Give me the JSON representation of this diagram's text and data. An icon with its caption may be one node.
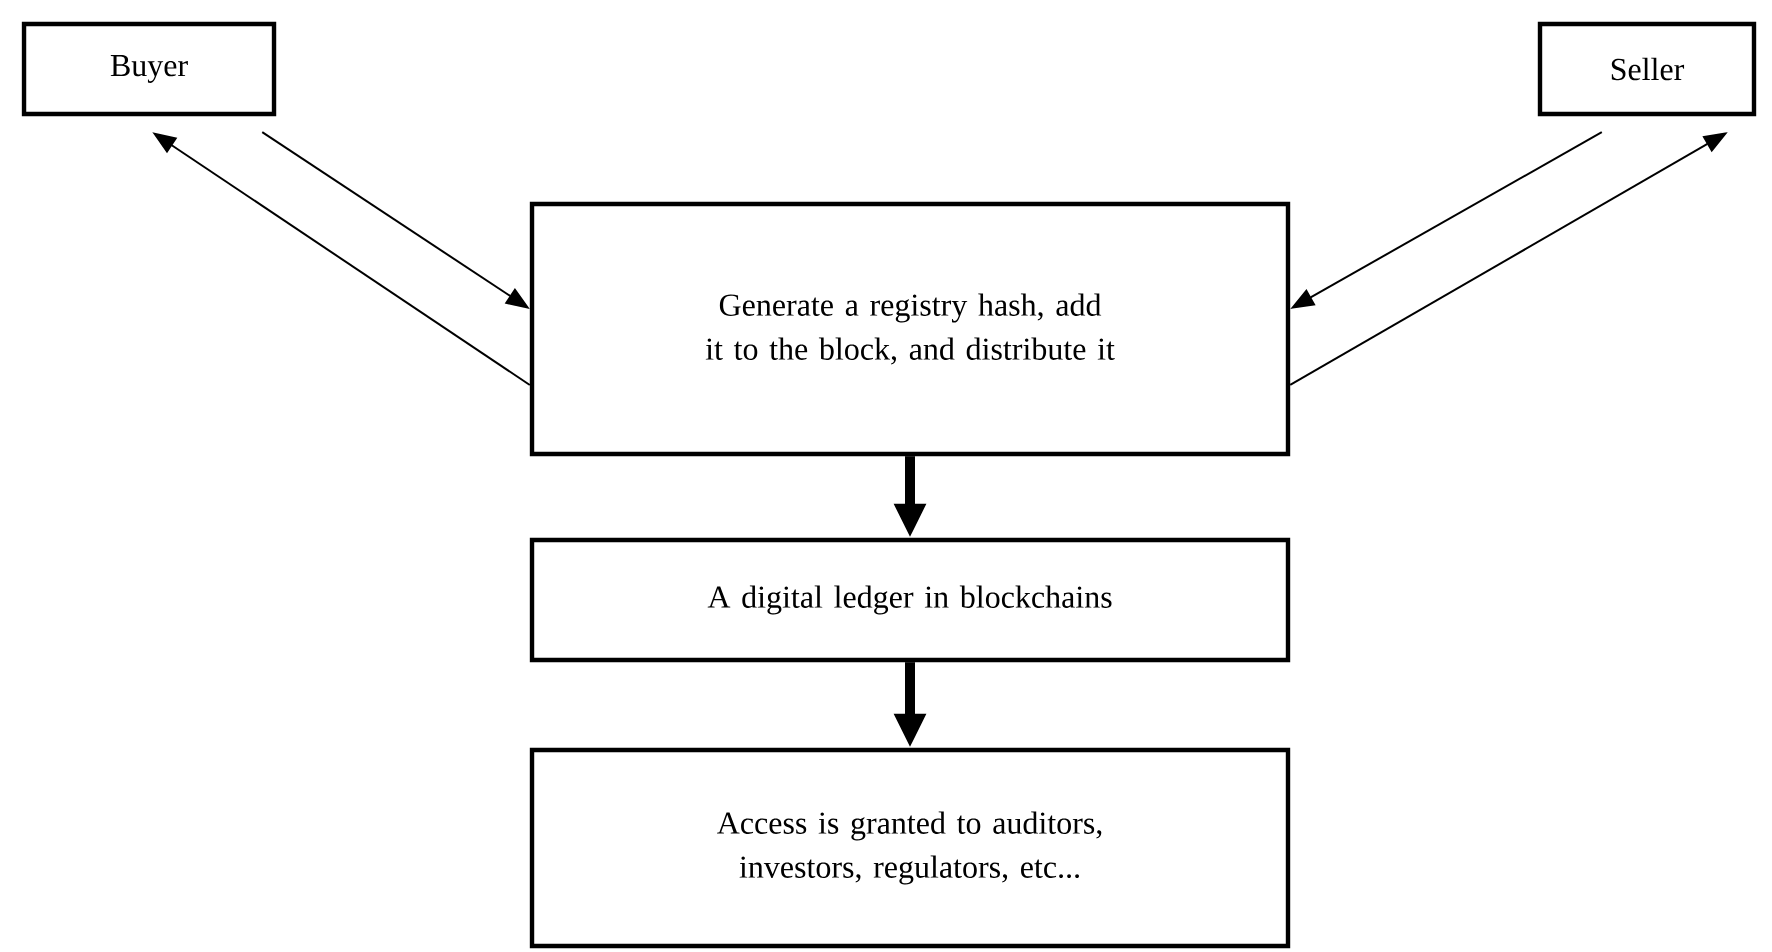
{
  "diagram": {
    "nodes": [
      {
        "text": [
          "Buyer"
        ]
      },
      {
        "text": [
          "Seller"
        ]
      },
      {
        "text": [
          "Generate a registry hash, add it to the block, and distribute it"
        ]
      },
      {
        "text": [
          "A digital ledger in blockchains"
        ]
      },
      {
        "text": [
          "Access is granted to auditors, investors, regulators, etc..."
        ]
      }
    ],
    "edges": [
      {
        "from": 0,
        "to": 2,
        "arrow": "to"
      },
      {
        "from": 2,
        "to": 0,
        "arrow": "to"
      },
      {
        "from": 1,
        "to": 2,
        "arrow": "to"
      },
      {
        "from": 2,
        "to": 1,
        "arrow": "to"
      },
      {
        "from": 2,
        "to": 3,
        "arrow": "to",
        "style": "thick"
      },
      {
        "from": 3,
        "to": 4,
        "arrow": "to",
        "style": "thick"
      }
    ]
  }
}
